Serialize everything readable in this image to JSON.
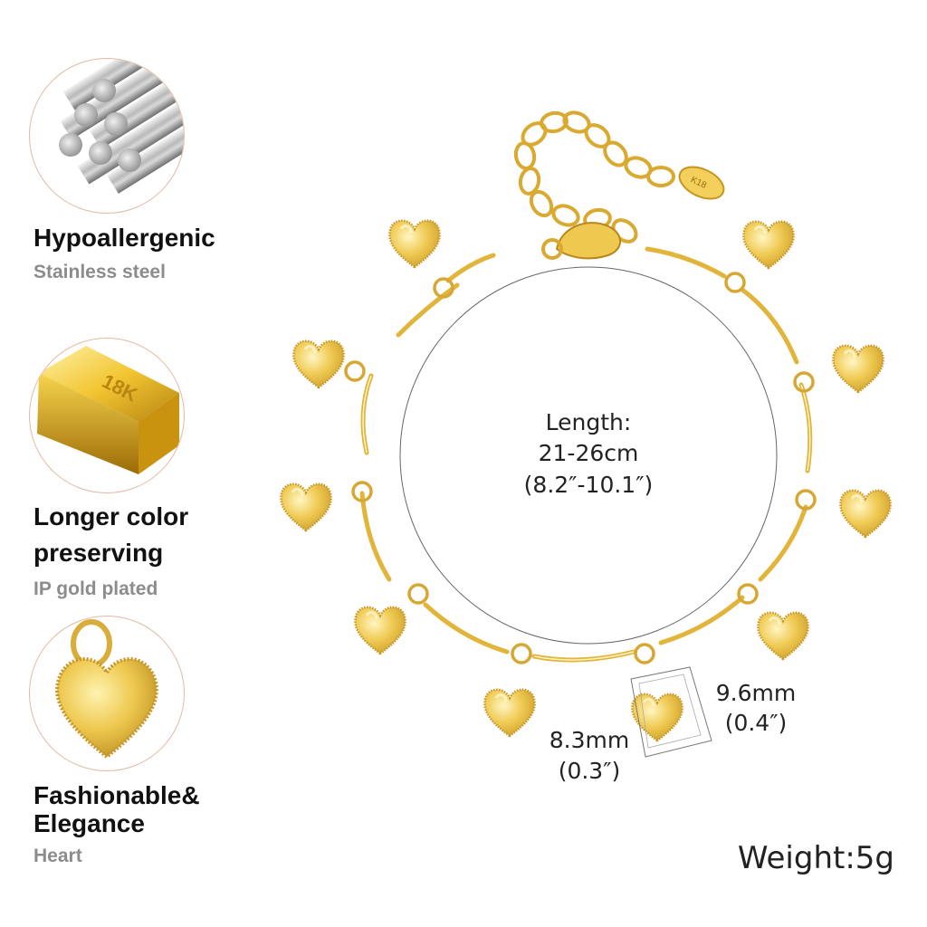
{
  "features": [
    {
      "title_lines": [
        "Hypoallergenic"
      ],
      "subtitle": "Stainless steel",
      "icon": "steel-rods-icon"
    },
    {
      "title_lines": [
        "Longer color",
        "preserving"
      ],
      "subtitle": "IP gold plated",
      "icon": "gold-bar-icon",
      "bar_stamp": "18K"
    },
    {
      "title_lines": [
        "Fashionable&",
        "Elegance"
      ],
      "subtitle": "Heart",
      "icon": "heart-charm-icon"
    }
  ],
  "product": {
    "length_label": "Length:",
    "length_cm": "21-26cm",
    "length_in": "(8.2″-10.1″)",
    "charm_height_mm": "9.6mm",
    "charm_height_in": "(0.4″)",
    "charm_width_mm": "8.3mm",
    "charm_width_in": "(0.3″)",
    "weight": "Weight:5g",
    "tag_stamp": "K18"
  },
  "colors": {
    "gold": "#e9c24a",
    "circle_border": "#e3b9a4",
    "subtitle_gray": "#8c8c8c"
  }
}
